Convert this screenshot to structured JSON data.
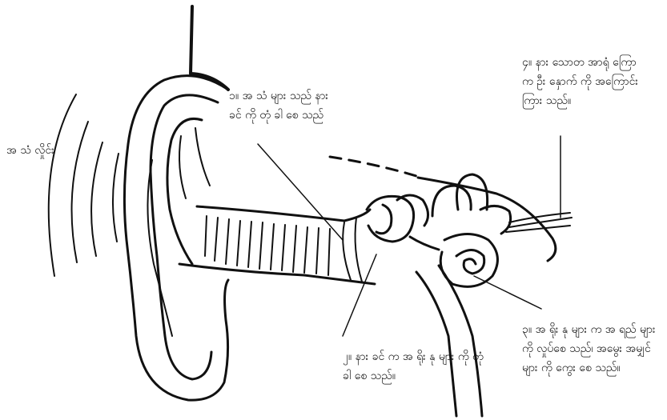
{
  "labels": {
    "sound_waves": "အ သံ လှိုင်း",
    "step1": [
      "၁။ အ သံ များ သည် နား",
      "ခင် ကို တုံ ခါ စေ သည်"
    ],
    "step2": [
      "၂။ နား ခင် က အ ရိုး နု များ ကို တုံ",
      "ခါ စေ သည်။"
    ],
    "step3": [
      "၃။ အ ရိုး နု များ က အ ရည် များ",
      "ကို လှုပ်စေ သည်၊ အမွေး အမျှင်",
      "များ ကို ကွေး စေ သည်။"
    ],
    "step4": [
      "၄။ နား သောတ အာရုံ ကြော",
      "က ဦး နှောက် ကို အကြောင်း",
      "ကြား သည်။"
    ]
  },
  "colors": {
    "line": "#111111",
    "background": "#ffffff"
  }
}
